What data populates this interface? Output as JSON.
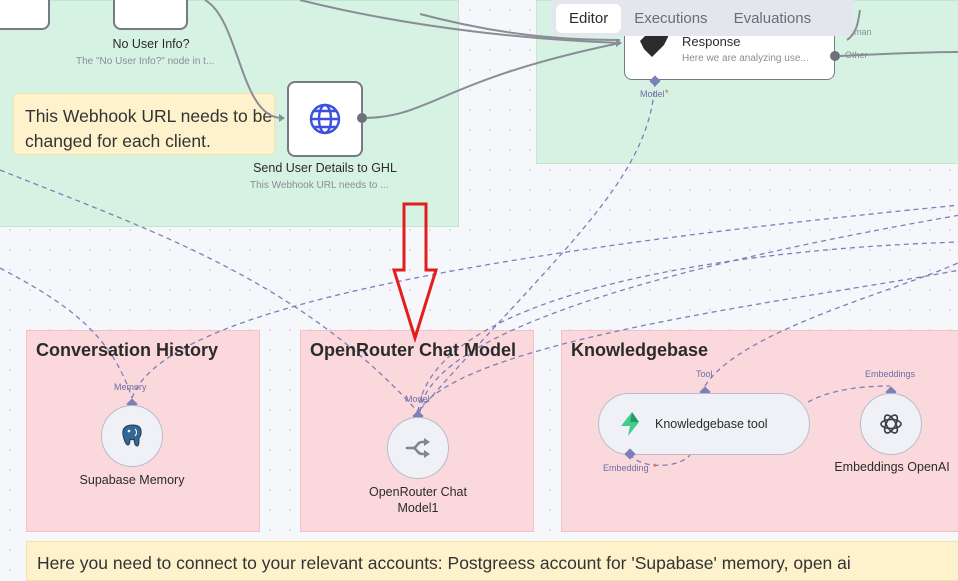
{
  "tabs": {
    "editor": "Editor",
    "executions": "Executions",
    "evaluations": "Evaluations",
    "active": "Editor"
  },
  "top_group": {
    "no_user_info_title": "No User Info?",
    "no_user_info_sub": "The \"No User Info?\" node in t...",
    "note_text": "This Webhook URL needs to be changed for each client.",
    "send_node_title": "Send User Details to GHL",
    "send_node_sub": "This Webhook URL needs to ..."
  },
  "response_node": {
    "title": "Response",
    "sub": "Here we are analyzing use...",
    "port_model": "Model",
    "port_human": "uman",
    "port_other": "Other"
  },
  "groups": {
    "conversation": {
      "title": "Conversation History",
      "port_label": "Memory",
      "node_label": "Supabase Memory"
    },
    "openrouter": {
      "title": "OpenRouter Chat Model",
      "port_label": "Model",
      "node_label_line1": "OpenRouter Chat",
      "node_label_line2": "Model1"
    },
    "knowledgebase": {
      "title": "Knowledgebase",
      "tool_port": "Tool",
      "embeddings_port": "Embeddings",
      "embedding_port": "Embedding",
      "tool_node_label": "Knowledgebase tool",
      "embeddings_node_label": "Embeddings OpenAI"
    }
  },
  "bottom_note": "Here you need to connect to your relevant accounts: Postgreess account for 'Supabase' memory, open ai",
  "colors": {
    "green_group": "#d6f2e3",
    "pink_group": "#fbd8db",
    "yellow_note": "#fdf2cc",
    "connector_dashed": "#7d80b8",
    "arrow_red": "#e01e1e",
    "globe_blue": "#3b4fe0",
    "supabase_green": "#3ecf8e"
  }
}
